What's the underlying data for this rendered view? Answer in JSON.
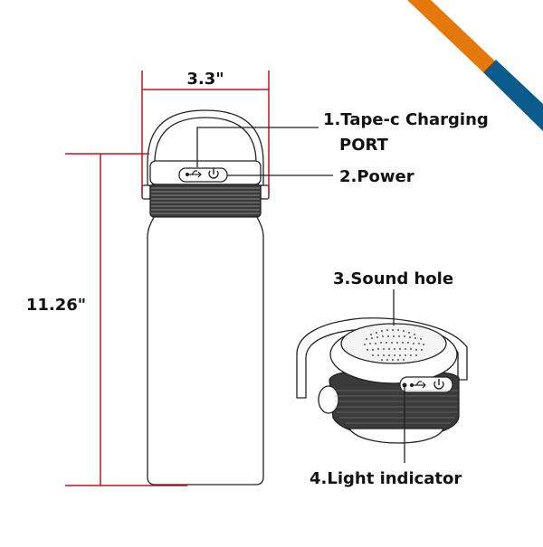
{
  "dimensions": {
    "width_label": "3.3\"",
    "height_label": "11.26\""
  },
  "callouts": [
    {
      "line1": "1.Tape-c Charging",
      "line2": "PORT"
    },
    {
      "line1": "2.Power"
    },
    {
      "line1": "3.Sound hole"
    },
    {
      "line1": "4.Light indicator"
    }
  ],
  "colors": {
    "dimension_line": "#c0141c",
    "corner_orange": "#e5780b",
    "corner_blue": "#0b5a8c",
    "outline": "#222222"
  },
  "icons": [
    "usb-icon",
    "power-icon"
  ]
}
